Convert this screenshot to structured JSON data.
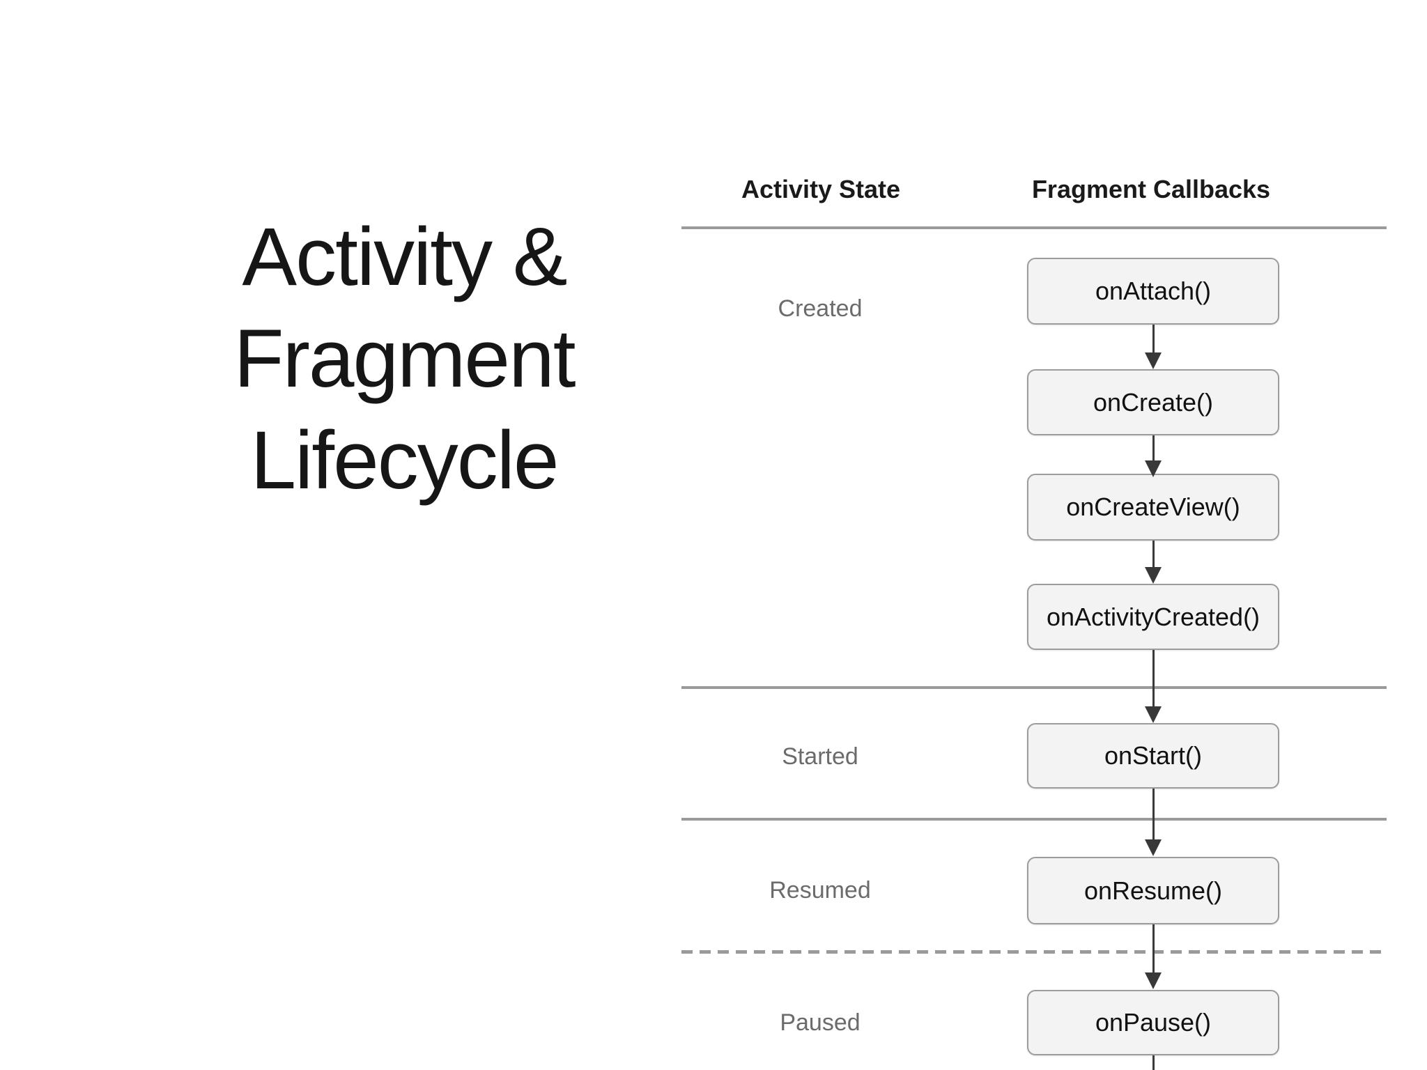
{
  "title": {
    "lines": [
      "Activity &",
      "Fragment",
      "Lifecycle"
    ]
  },
  "table": {
    "headers": [
      {
        "label": "Activity State"
      },
      {
        "label": "Fragment Callbacks"
      }
    ],
    "rows": [
      {
        "state": "Created",
        "callbacks": [
          "onAttach()",
          "onCreate()",
          "onCreateView()",
          "onActivityCreated()"
        ]
      },
      {
        "state": "Started",
        "callbacks": [
          "onStart()"
        ]
      },
      {
        "state": "Resumed",
        "callbacks": [
          "onResume()"
        ]
      },
      {
        "state": "Paused",
        "callbacks": [
          "onPause()"
        ]
      }
    ],
    "dividers": [
      "solid-under-header",
      "solid-after-created",
      "solid-after-started",
      "dashed-after-resumed"
    ]
  },
  "colors": {
    "background": "#ffffff",
    "title_text": "#161616",
    "header_text": "#1a1a1a",
    "state_label_text": "#6b6b6d",
    "box_fill": "#f3f3f3",
    "box_border": "#9c9c9c",
    "box_text": "#111111",
    "divider_line": "#9a9a9a",
    "arrow": "#3a3a3a"
  }
}
